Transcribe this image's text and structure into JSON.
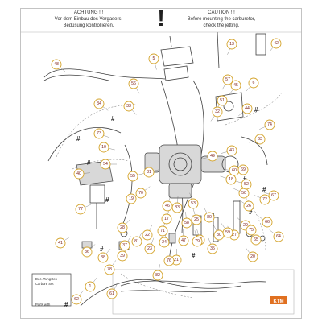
{
  "warning_de": {
    "title": "ACHTUNG !!!",
    "line1": "Vor dem Einbau des Vergasers,",
    "line2": "Bedüsung kontrollieren."
  },
  "warning_en": {
    "title": "CAUTION !!!",
    "line1": "Before mounting the carburetor,",
    "line2": "check the jetting."
  },
  "exclamation": "!",
  "kit_box": {
    "line1": "Dec. Tungsten",
    "line2": "Carbure Set",
    "line3": "Parts with"
  },
  "logo_text": "KTM",
  "hash_mark": "#",
  "callouts": [
    "1",
    "5",
    "6",
    "10",
    "13",
    "17",
    "18",
    "19",
    "20",
    "21",
    "22",
    "23",
    "24",
    "25",
    "26",
    "27",
    "28",
    "29",
    "30",
    "31",
    "32",
    "33",
    "34",
    "35",
    "36",
    "37",
    "38",
    "39",
    "40",
    "41",
    "42",
    "43",
    "44",
    "45",
    "46",
    "47",
    "48",
    "49",
    "50",
    "51",
    "52",
    "53",
    "54",
    "55",
    "56",
    "57",
    "58",
    "59",
    "60",
    "61",
    "62",
    "63",
    "64",
    "65",
    "66",
    "67",
    "68",
    "69",
    "70",
    "71",
    "72",
    "73",
    "74",
    "75",
    "76",
    "77",
    "78",
    "79",
    "80",
    "81",
    "82",
    "83"
  ]
}
